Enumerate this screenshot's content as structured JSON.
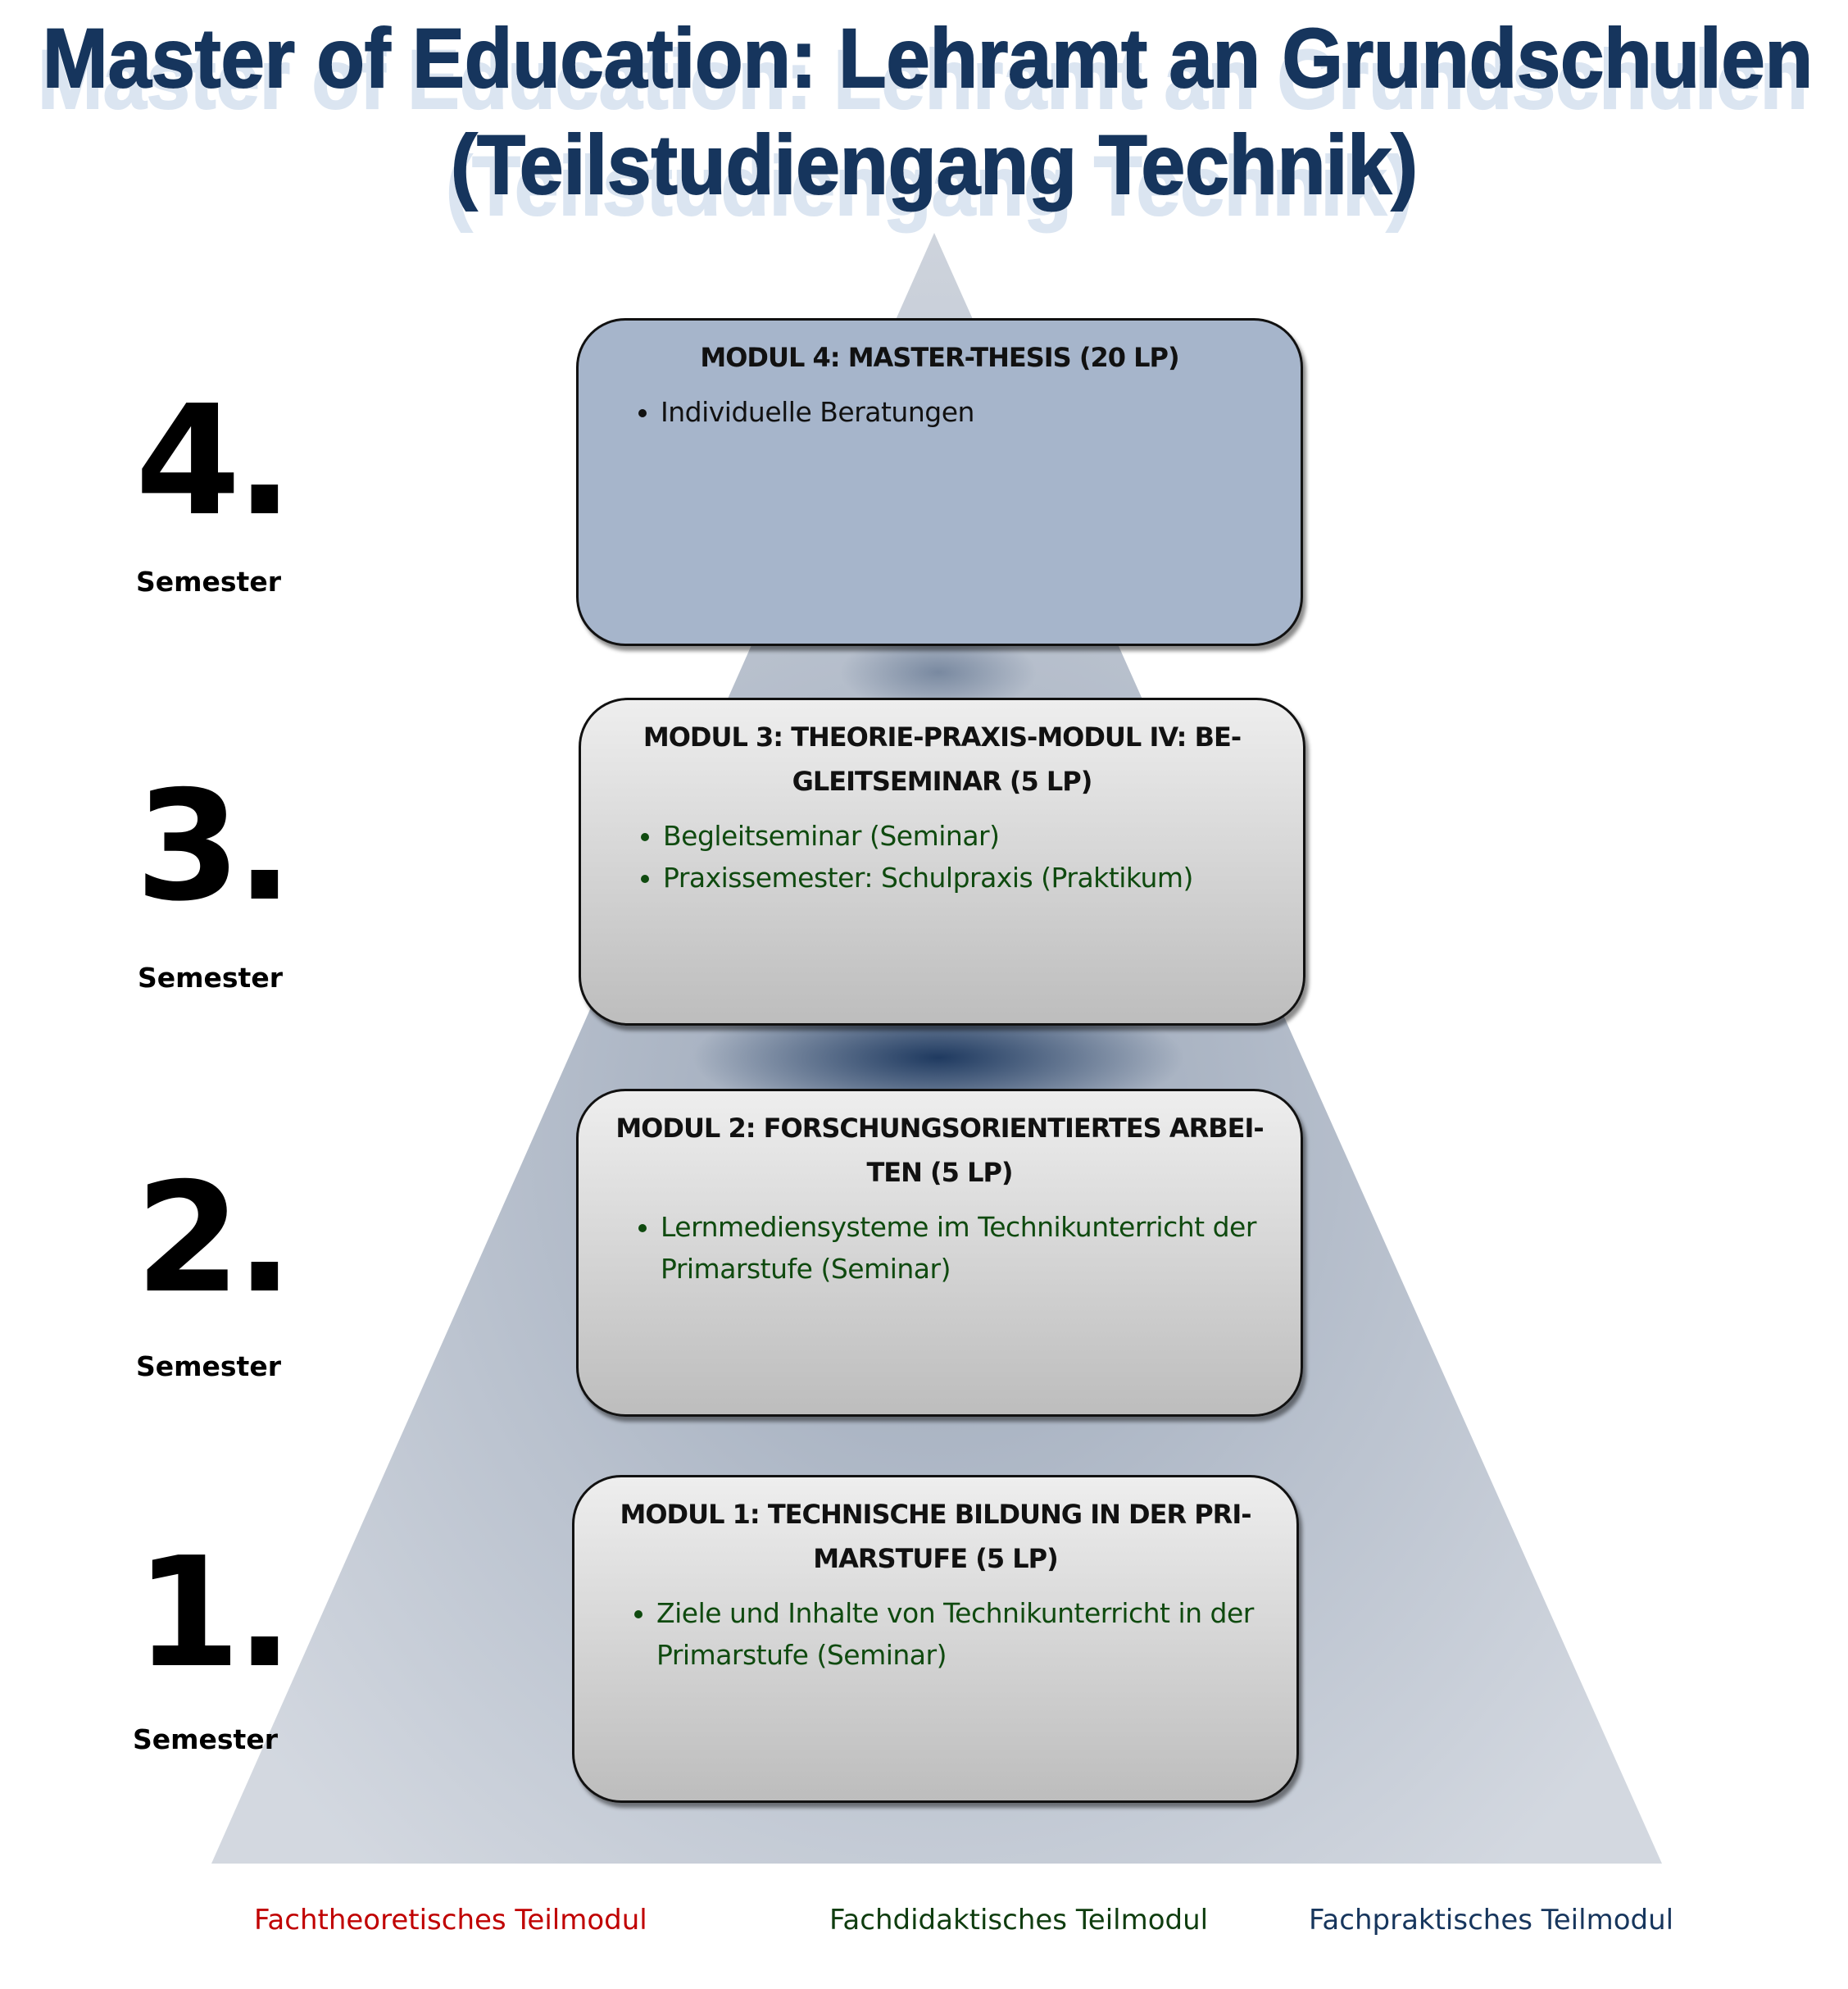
{
  "title": {
    "line1": "Master of Education: Lehramt an Grundschulen",
    "line2": "(Teilstudiengang Technik)"
  },
  "semesters": [
    {
      "number": "4.",
      "label": "Semester"
    },
    {
      "number": "3.",
      "label": "Semester"
    },
    {
      "number": "2.",
      "label": "Semester"
    },
    {
      "number": "1.",
      "label": "Semester"
    }
  ],
  "modules": [
    {
      "title": "MODUL 4: MASTER-THESIS (20 LP)",
      "items": [
        "Individuelle Beratungen"
      ]
    },
    {
      "title": "MODUL 3: THEORIE-PRAXIS-MODUL IV: BE-GLEITSEMINAR (5 LP)",
      "items": [
        "Begleitseminar (Seminar)",
        "Praxissemester: Schulpraxis (Praktikum)"
      ]
    },
    {
      "title": "MODUL 2: FORSCHUNGSORIENTIERTES ARBEI-TEN (5 LP)",
      "items": [
        "Lernmediensysteme im Technikunterricht der Primarstufe (Seminar)"
      ]
    },
    {
      "title": "MODUL 1: TECHNISCHE BILDUNG IN DER PRI-MARSTUFE (5 LP)",
      "items": [
        "Ziele und Inhalte von Technikunterricht in der Primarstufe (Seminar)"
      ]
    }
  ],
  "legend": [
    {
      "label": "Fachtheoretisches Teilmodul",
      "color": "#c00000"
    },
    {
      "label": "Fachdidaktisches Teilmodul",
      "color": "#0f3d0f"
    },
    {
      "label": "Fachpraktisches Teilmodul",
      "color": "#17365d"
    }
  ],
  "colors": {
    "title": "#17365d",
    "title_reflection": "#dbe5f1",
    "module4_fill": "#a6b5cb"
  }
}
